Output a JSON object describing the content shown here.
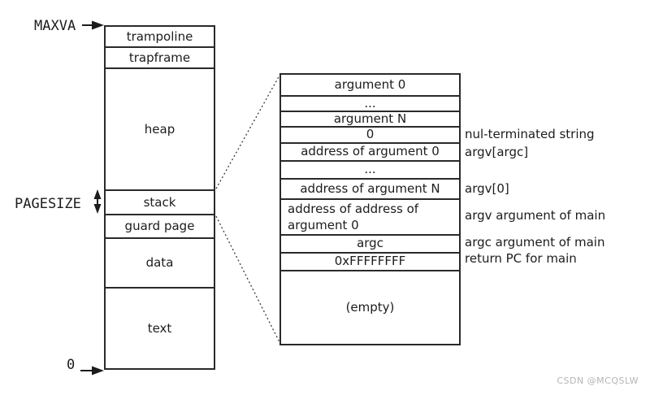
{
  "memory_map": {
    "labels": {
      "maxva": "MAXVA",
      "pagesize": "PAGESIZE",
      "zero": "0"
    },
    "segments": [
      "trampoline",
      "trapframe",
      "heap",
      "stack",
      "guard page",
      "data",
      "text"
    ]
  },
  "stack_detail": {
    "rows": [
      "argument 0",
      "...",
      "argument N",
      "0",
      "address of argument 0",
      "...",
      "address of argument N",
      "address of address of argument 0",
      "argc",
      "0xFFFFFFFF",
      "(empty)"
    ],
    "annotations": [
      "nul-terminated string",
      "argv[argc]",
      "argv[0]",
      "argv argument of main",
      "argc argument of main",
      "return PC for main"
    ]
  },
  "watermark": "CSDN @MCQSLW",
  "colors": {
    "line": "#2a2a2a",
    "dotted": "#3a3a3a",
    "watermark": "#b5b5b5"
  }
}
